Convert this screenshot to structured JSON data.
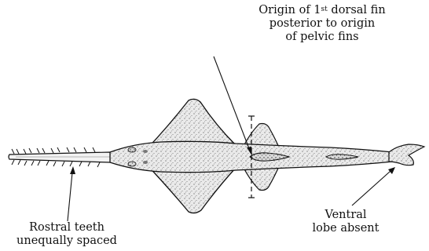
{
  "labels": {
    "dorsal_line1_pre": "Origin of 1",
    "dorsal_sup": "st",
    "dorsal_line1_post": " dorsal fin",
    "dorsal_line2": "posterior to origin",
    "dorsal_line3": "of pelvic fins",
    "rostral_line1": "Rostral teeth",
    "rostral_line2": "unequally spaced",
    "ventral_line1": "Ventral",
    "ventral_line2": "lobe absent"
  },
  "colors": {
    "ink": "#111111",
    "body_fill": "#e6e6e6",
    "stipple": "#4a4a4a",
    "background": "#ffffff"
  }
}
